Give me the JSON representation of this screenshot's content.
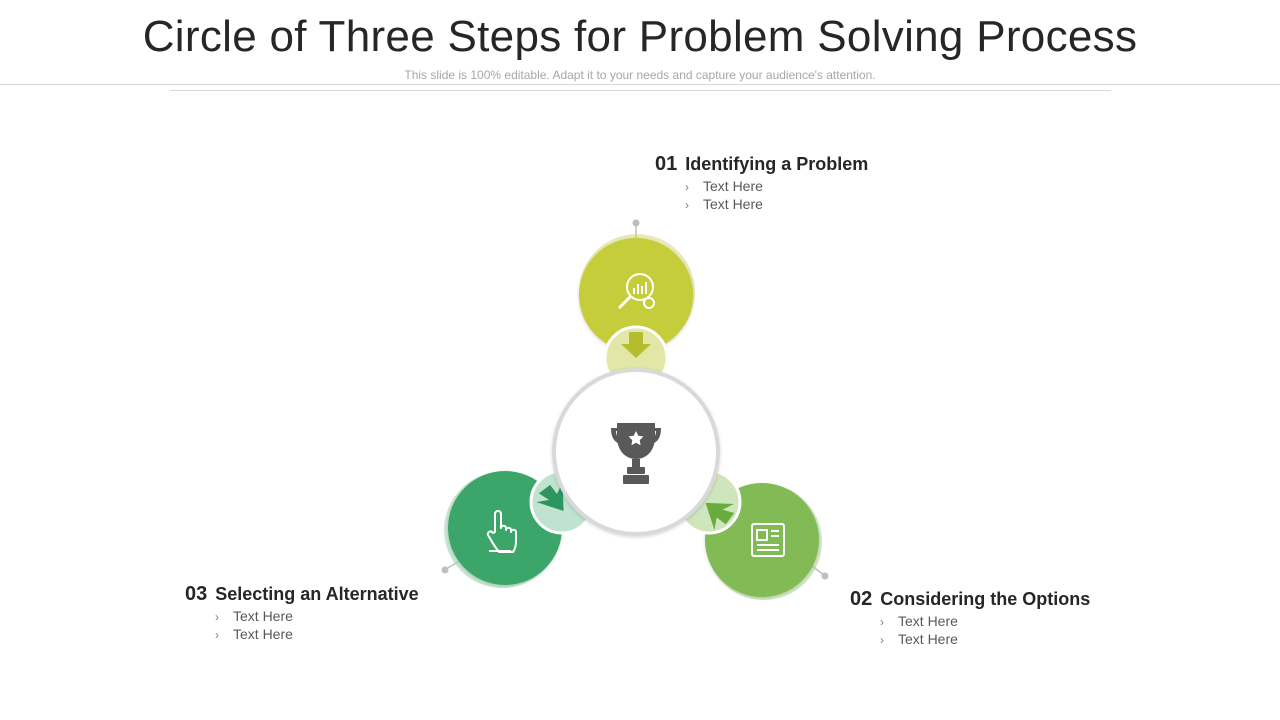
{
  "slide": {
    "title": "Circle of Three Steps for Problem Solving Process",
    "subtitle": "This slide is 100% editable. Adapt it to your needs and capture your audience's attention."
  },
  "steps": [
    {
      "number": "01",
      "title": "Identifying a Problem",
      "bullets": [
        "Text Here",
        "Text Here"
      ],
      "color": "#c5cd3a",
      "icon": "magnifier-chart-icon"
    },
    {
      "number": "02",
      "title": "Considering the Options",
      "bullets": [
        "Text Here",
        "Text Here"
      ],
      "color": "#82ba55",
      "icon": "newspaper-icon"
    },
    {
      "number": "03",
      "title": "Selecting an Alternative",
      "bullets": [
        "Text Here",
        "Text Here"
      ],
      "color": "#3aa56a",
      "icon": "hand-pointer-icon"
    }
  ],
  "center": {
    "icon": "trophy-icon"
  },
  "colors": {
    "text_dark": "#262626",
    "text_mid": "#595959",
    "connector": "#bfbfbf"
  }
}
